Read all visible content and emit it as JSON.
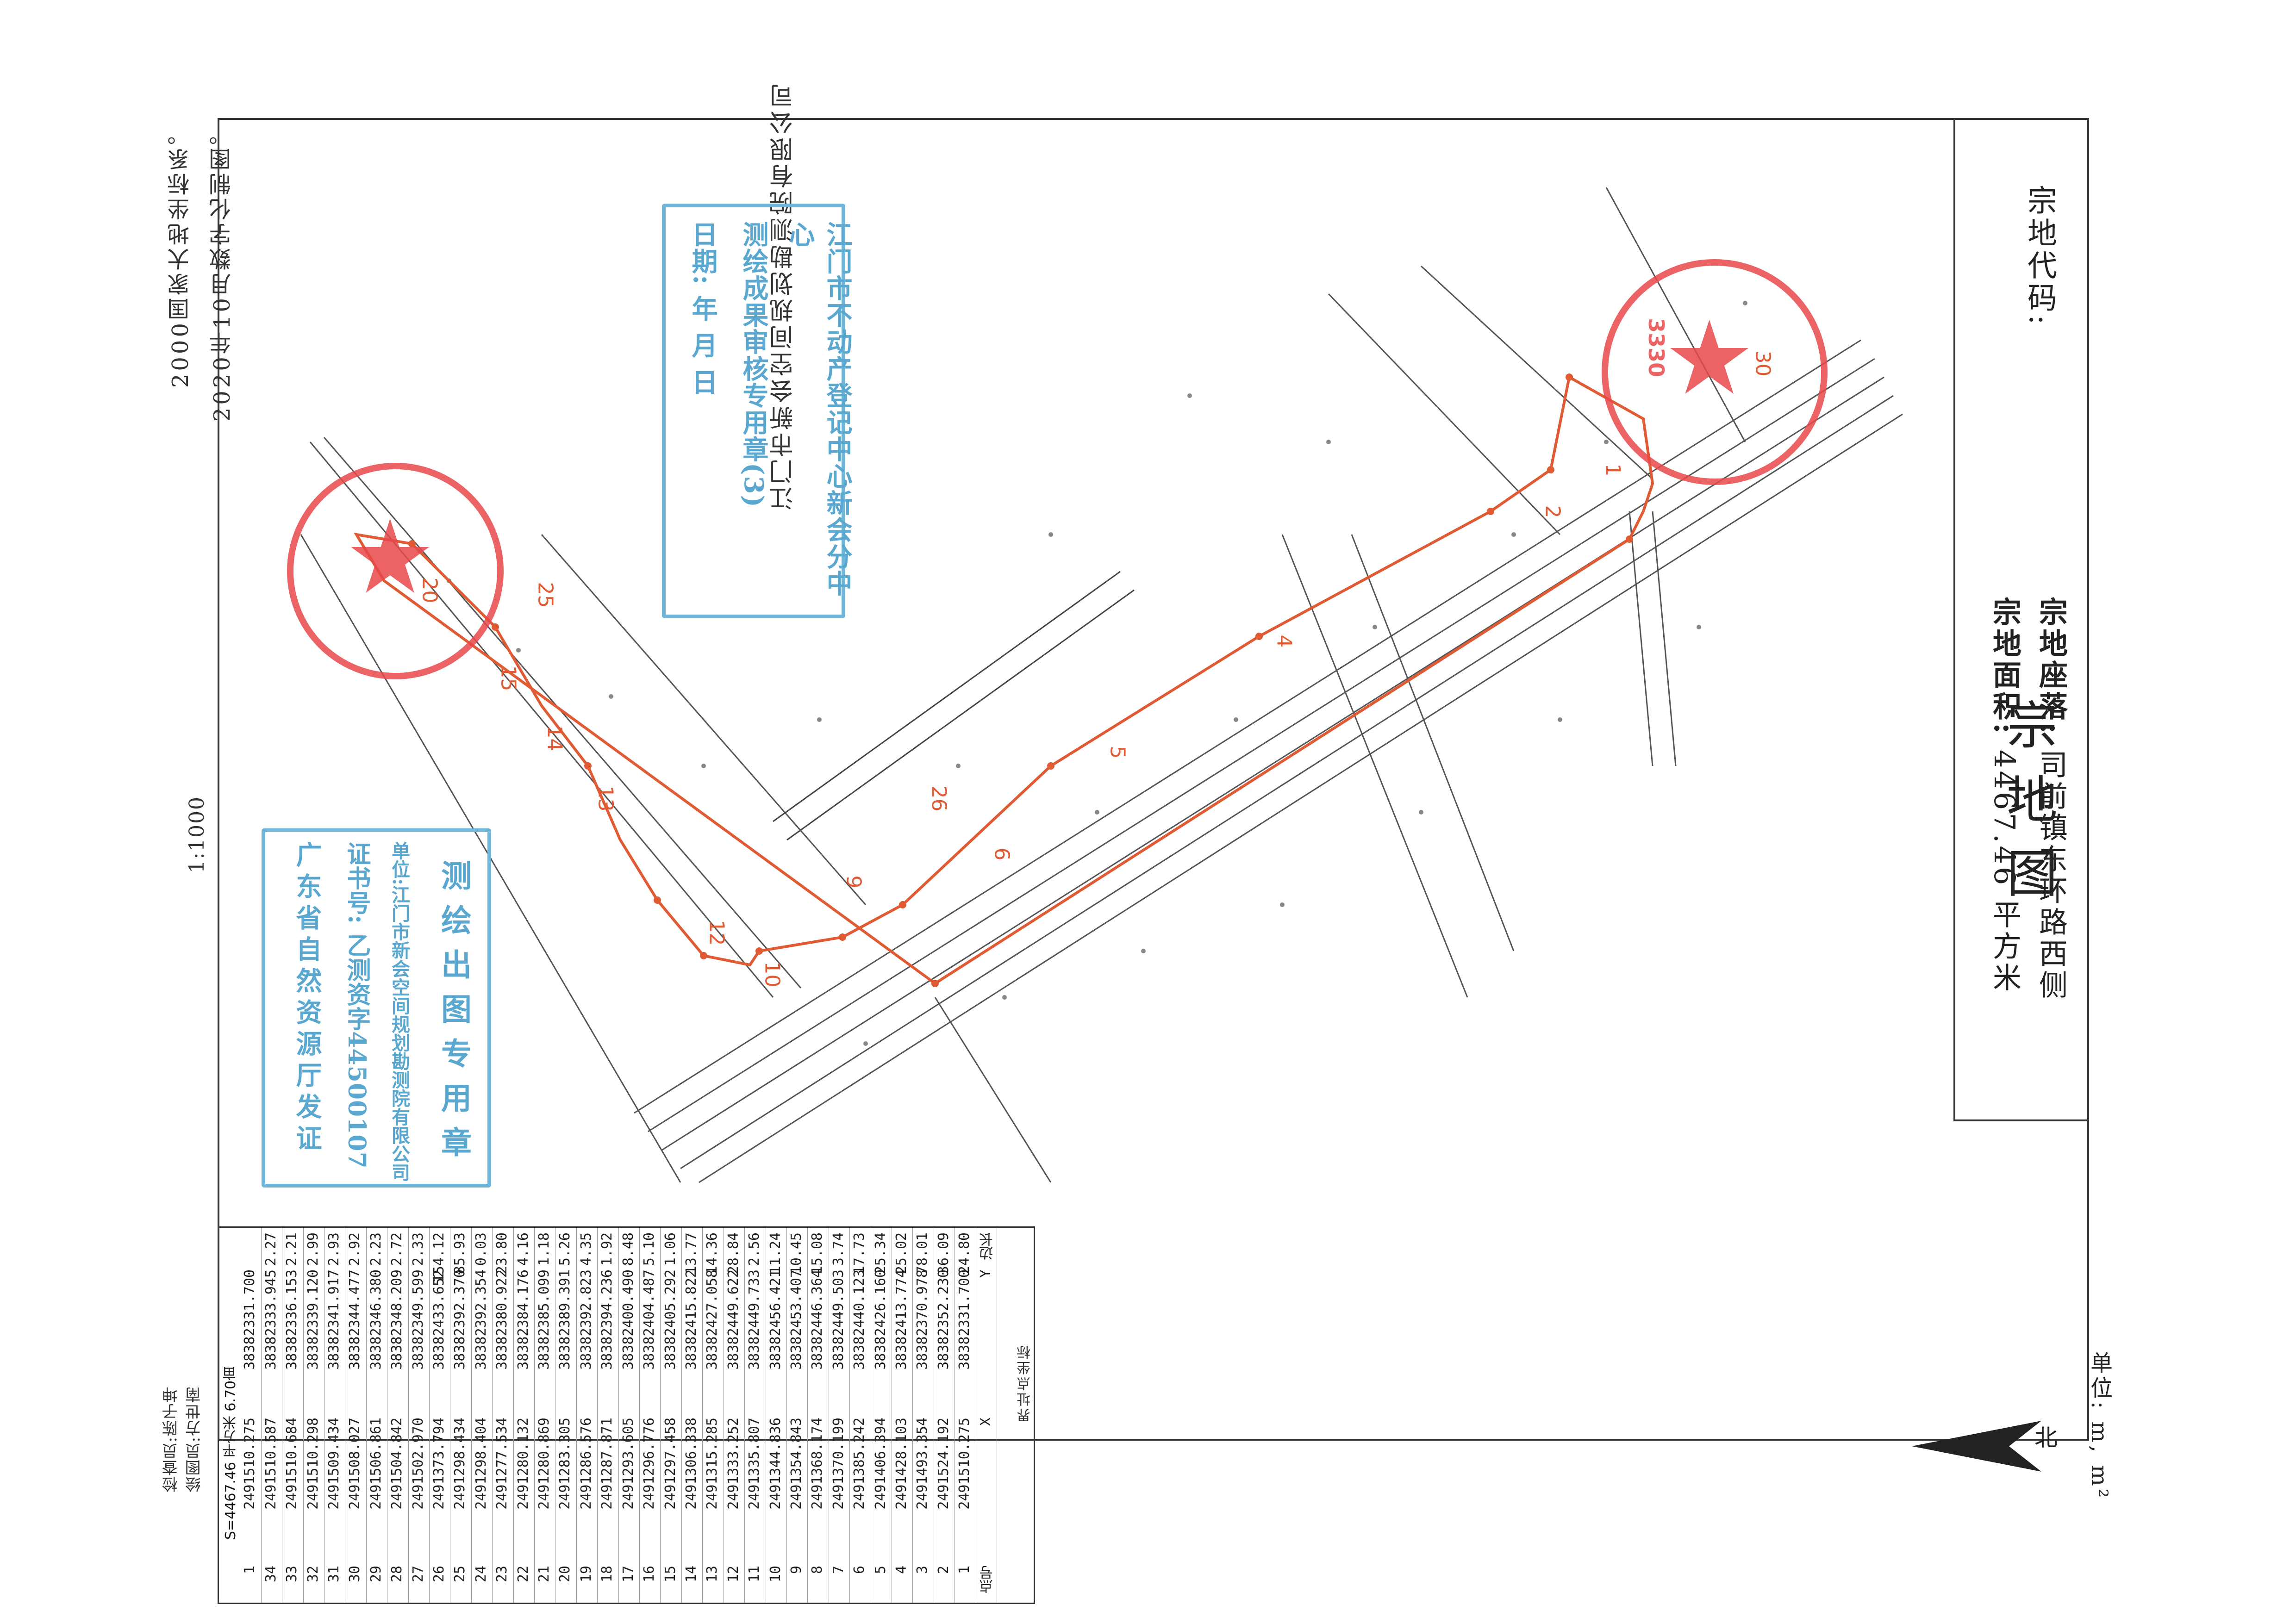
{
  "header": {
    "title": "宗地图",
    "unit_label": "单位: m, m²",
    "north_label": "北",
    "parcel_code_label": "宗地代码:",
    "parcel_location_label": "宗地座落:",
    "parcel_location_value": "司前镇东环路西侧",
    "parcel_area_label": "宗地面积:",
    "parcel_area_value": "4467.46 平方米"
  },
  "left_margin": {
    "company_vertical": "江门市新会空间规划勘测院有限公司",
    "note_line1": "2020年10月数字化制图。",
    "note_line2": "2000国家大地坐标系。",
    "scale": "1:1000"
  },
  "stamps": {
    "review": {
      "line1": "江门市不动产登记中心新会分中心",
      "line2": "测绘成果审核专用章(3)",
      "line3": "日期:          年    月    日"
    },
    "survey": {
      "title": "测绘出图专用章",
      "unit": "单位:江门市新会空间规划勘测院有限公司",
      "cert": "证书号: 乙测资字44500107",
      "issuer": "广东省自然资源厅发证"
    },
    "seal_code": "3330"
  },
  "coord_table": {
    "title": "界址点坐标",
    "headers": [
      "点号",
      "X",
      "Y",
      "边长"
    ],
    "rows": [
      [
        "1",
        "249151​0.275",
        "38382331.700",
        "24.80"
      ],
      [
        "2",
        "2491524.192",
        "38382352.230",
        "36.09"
      ],
      [
        "3",
        "2491493.354",
        "38382370.978",
        "78.01"
      ],
      [
        "4",
        "2491428.103",
        "38382413.774",
        "25.02"
      ],
      [
        "5",
        "2491406.394",
        "38382426.160",
        "25.34"
      ],
      [
        "6",
        "2491385.242",
        "38382440.123",
        "17.73"
      ],
      [
        "7",
        "2491370.199",
        "38382449.503",
        "3.74"
      ],
      [
        "8",
        "2491368.174",
        "38382446.364",
        "15.08"
      ],
      [
        "9",
        "2491354.843",
        "38382453.407",
        "10.45"
      ],
      [
        "10",
        "2491344.836",
        "38382456.421",
        "11.24"
      ],
      [
        "11",
        "2491335.807",
        "38382449.733",
        "2.56"
      ],
      [
        "12",
        "2491333.252",
        "38382449.622",
        "28.84"
      ],
      [
        "13",
        "2491315.285",
        "38382427.058",
        "14.36"
      ],
      [
        "14",
        "2491306.338",
        "38382415.822",
        "13.77"
      ],
      [
        "15",
        "2491297.458",
        "38382405.292",
        "1.06"
      ],
      [
        "16",
        "2491296.776",
        "38382404.487",
        "5.10"
      ],
      [
        "17",
        "2491293.605",
        "38382400.490",
        "8.48"
      ],
      [
        "18",
        "2491287.871",
        "38382394.236",
        "1.92"
      ],
      [
        "19",
        "2491286.576",
        "38382392.823",
        "4.35"
      ],
      [
        "20",
        "2491283.305",
        "38382389.391",
        "5.26"
      ],
      [
        "21",
        "2491280.869",
        "38382385.099",
        "1.18"
      ],
      [
        "22",
        "2491280.132",
        "38382384.176",
        "4.16"
      ],
      [
        "23",
        "2491277.534",
        "38382380.922",
        "23.80"
      ],
      [
        "24",
        "2491298.404",
        "38382392.354",
        "0.03"
      ],
      [
        "25",
        "2491298.434",
        "38382392.370",
        "85.93"
      ],
      [
        "26",
        "2491373.794",
        "38382433.652",
        "154.12"
      ],
      [
        "27",
        "2491502.970",
        "38382349.599",
        "2.33"
      ],
      [
        "28",
        "2491504.842",
        "38382348.209",
        "2.72"
      ],
      [
        "29",
        "2491506.861",
        "38382346.380",
        "2.23"
      ],
      [
        "30",
        "2491508.027",
        "38382344.477",
        "2.92"
      ],
      [
        "31",
        "2491509.434",
        "38382341.917",
        "2.93"
      ],
      [
        "32",
        "2491510.298",
        "38382339.120",
        "2.99"
      ],
      [
        "33",
        "2491510.684",
        "38382336.153",
        "2.21"
      ],
      [
        "34",
        "2491510.587",
        "38382333.945",
        "2.27"
      ],
      [
        "1",
        "2491510.275",
        "38382331.700",
        ""
      ]
    ],
    "total": "S=4467.46 平方米 6.70亩"
  },
  "signatures": {
    "drawer": "绘图员:方世南",
    "checker": "检查员:陈子坤"
  },
  "point_labels": [
    "1",
    "2",
    "4",
    "5",
    "6",
    "9",
    "10",
    "12",
    "13",
    "14",
    "15",
    "20",
    "26",
    "25",
    "30"
  ],
  "colors": {
    "boundary": "#e05a33",
    "seal": "#e8484a",
    "stamp": "#6fb6d8",
    "ink": "#333333"
  }
}
